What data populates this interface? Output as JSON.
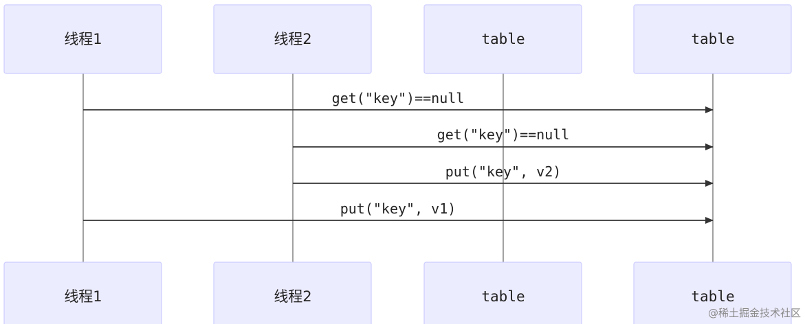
{
  "participants": [
    {
      "id": "t1",
      "label": "线程1"
    },
    {
      "id": "t2",
      "label": "线程2"
    },
    {
      "id": "tb1",
      "label": "table"
    },
    {
      "id": "tb2",
      "label": "table"
    }
  ],
  "messages": [
    {
      "from": 0,
      "to": 3,
      "label": "get(\"key\")==null"
    },
    {
      "from": 1,
      "to": 3,
      "label": "get(\"key\")==null"
    },
    {
      "from": 1,
      "to": 3,
      "label": "put(\"key\", v2)"
    },
    {
      "from": 0,
      "to": 3,
      "label": "put(\"key\", v1)"
    }
  ],
  "watermark": "@稀土掘金技术社区",
  "colors": {
    "actor_fill": "#ECECFF",
    "actor_stroke": "#CCCCFF",
    "line": "#333333"
  }
}
